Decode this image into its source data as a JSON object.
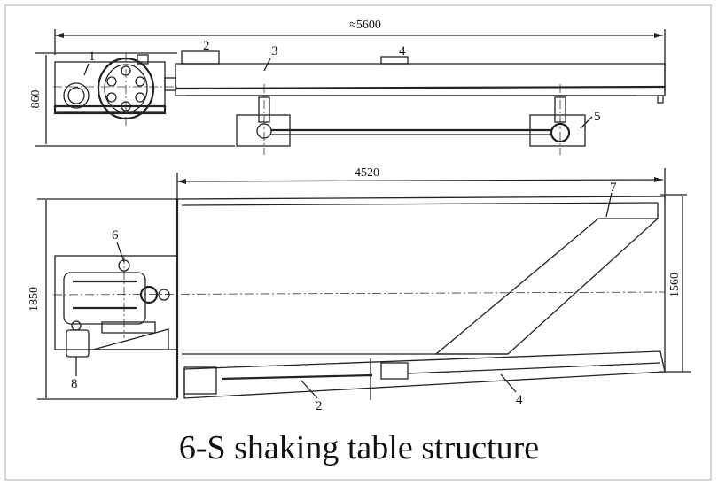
{
  "side_view": {
    "length_dim": "≈5600",
    "height_dim": "860",
    "labels": [
      "1",
      "2",
      "3",
      "4",
      "5"
    ]
  },
  "plan_view": {
    "deck_length_dim": "4520",
    "deck_width_dim": "1560",
    "overall_width_dim": "1850",
    "labels": [
      "6",
      "7",
      "8",
      "2",
      "4"
    ]
  },
  "caption": "6-S shaking table structure"
}
